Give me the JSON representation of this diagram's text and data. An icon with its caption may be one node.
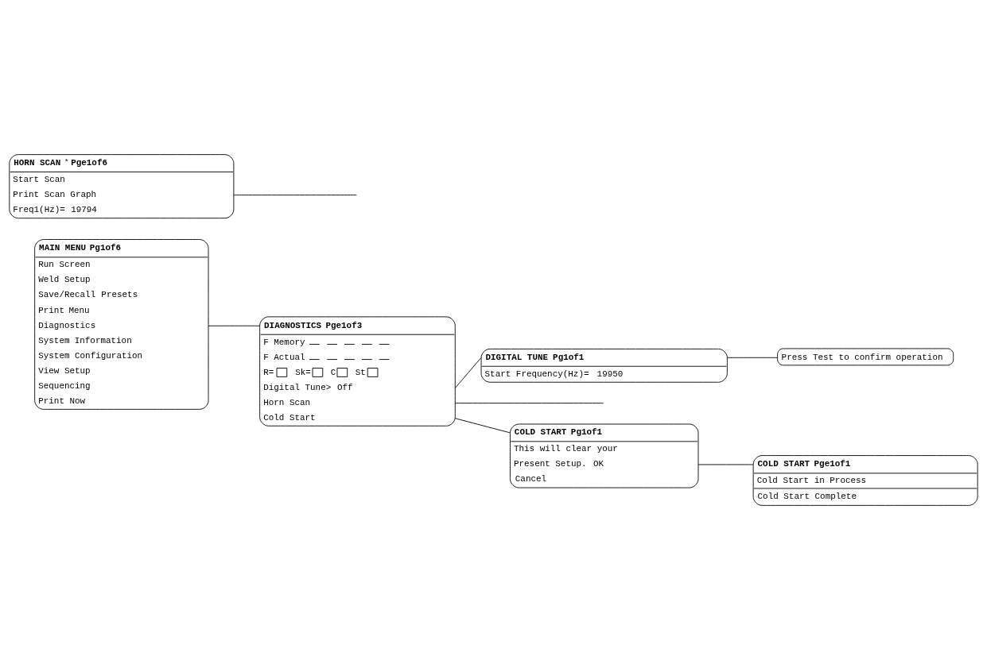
{
  "diagram": {
    "nodes": [
      {
        "text": [
          "MAIN MENU",
          "Pg1of6",
          "Run Screen",
          "Weld Setup",
          "Save/Recall",
          "Presets",
          "Print",
          "Menu",
          "Diagnostics",
          "System",
          "Information",
          "System Configuration",
          "View Setup",
          "Sequencing",
          "Print Now"
        ]
      },
      {
        "text": [
          "DIAGNOSTICS",
          "Pge1of3",
          "F Memory",
          "F Actual",
          "R=",
          "Sk=",
          "C",
          "St",
          "Digital Tune>",
          "Off",
          "Horn Scan",
          "Cold Start"
        ]
      },
      {
        "text": [
          "DIGITAL TUNE",
          "Pg1of1",
          "Start Frequency(Hz)=",
          "19950"
        ]
      },
      {
        "text": [
          "Press Test to confirm operation"
        ]
      },
      {
        "text": [
          "COLD START",
          "Pg1of1",
          "This will clear your",
          "Present Setup.",
          "OK",
          "Cancel"
        ]
      },
      {
        "text": [
          "COLD START",
          "Pge1of1",
          "Cold Start in Process",
          "Cold Start Complete"
        ]
      },
      {
        "text": [
          "HORN SCAN",
          "*",
          "Pge1of6",
          "Start Scan",
          "Print Scan Graph",
          "Freq1(Hz)=",
          "19794"
        ]
      }
    ],
    "edges": [
      {
        "from": 0,
        "to": 1,
        "arrow": "none"
      },
      {
        "from": 1,
        "to": 2,
        "arrow": "none"
      },
      {
        "from": 2,
        "to": 3,
        "arrow": "none"
      },
      {
        "from": 1,
        "to": null,
        "arrow": "none"
      },
      {
        "from": 1,
        "to": 4,
        "arrow": "none"
      },
      {
        "from": 4,
        "to": 5,
        "arrow": "none"
      },
      {
        "from": 6,
        "to": null,
        "arrow": "none"
      }
    ]
  }
}
